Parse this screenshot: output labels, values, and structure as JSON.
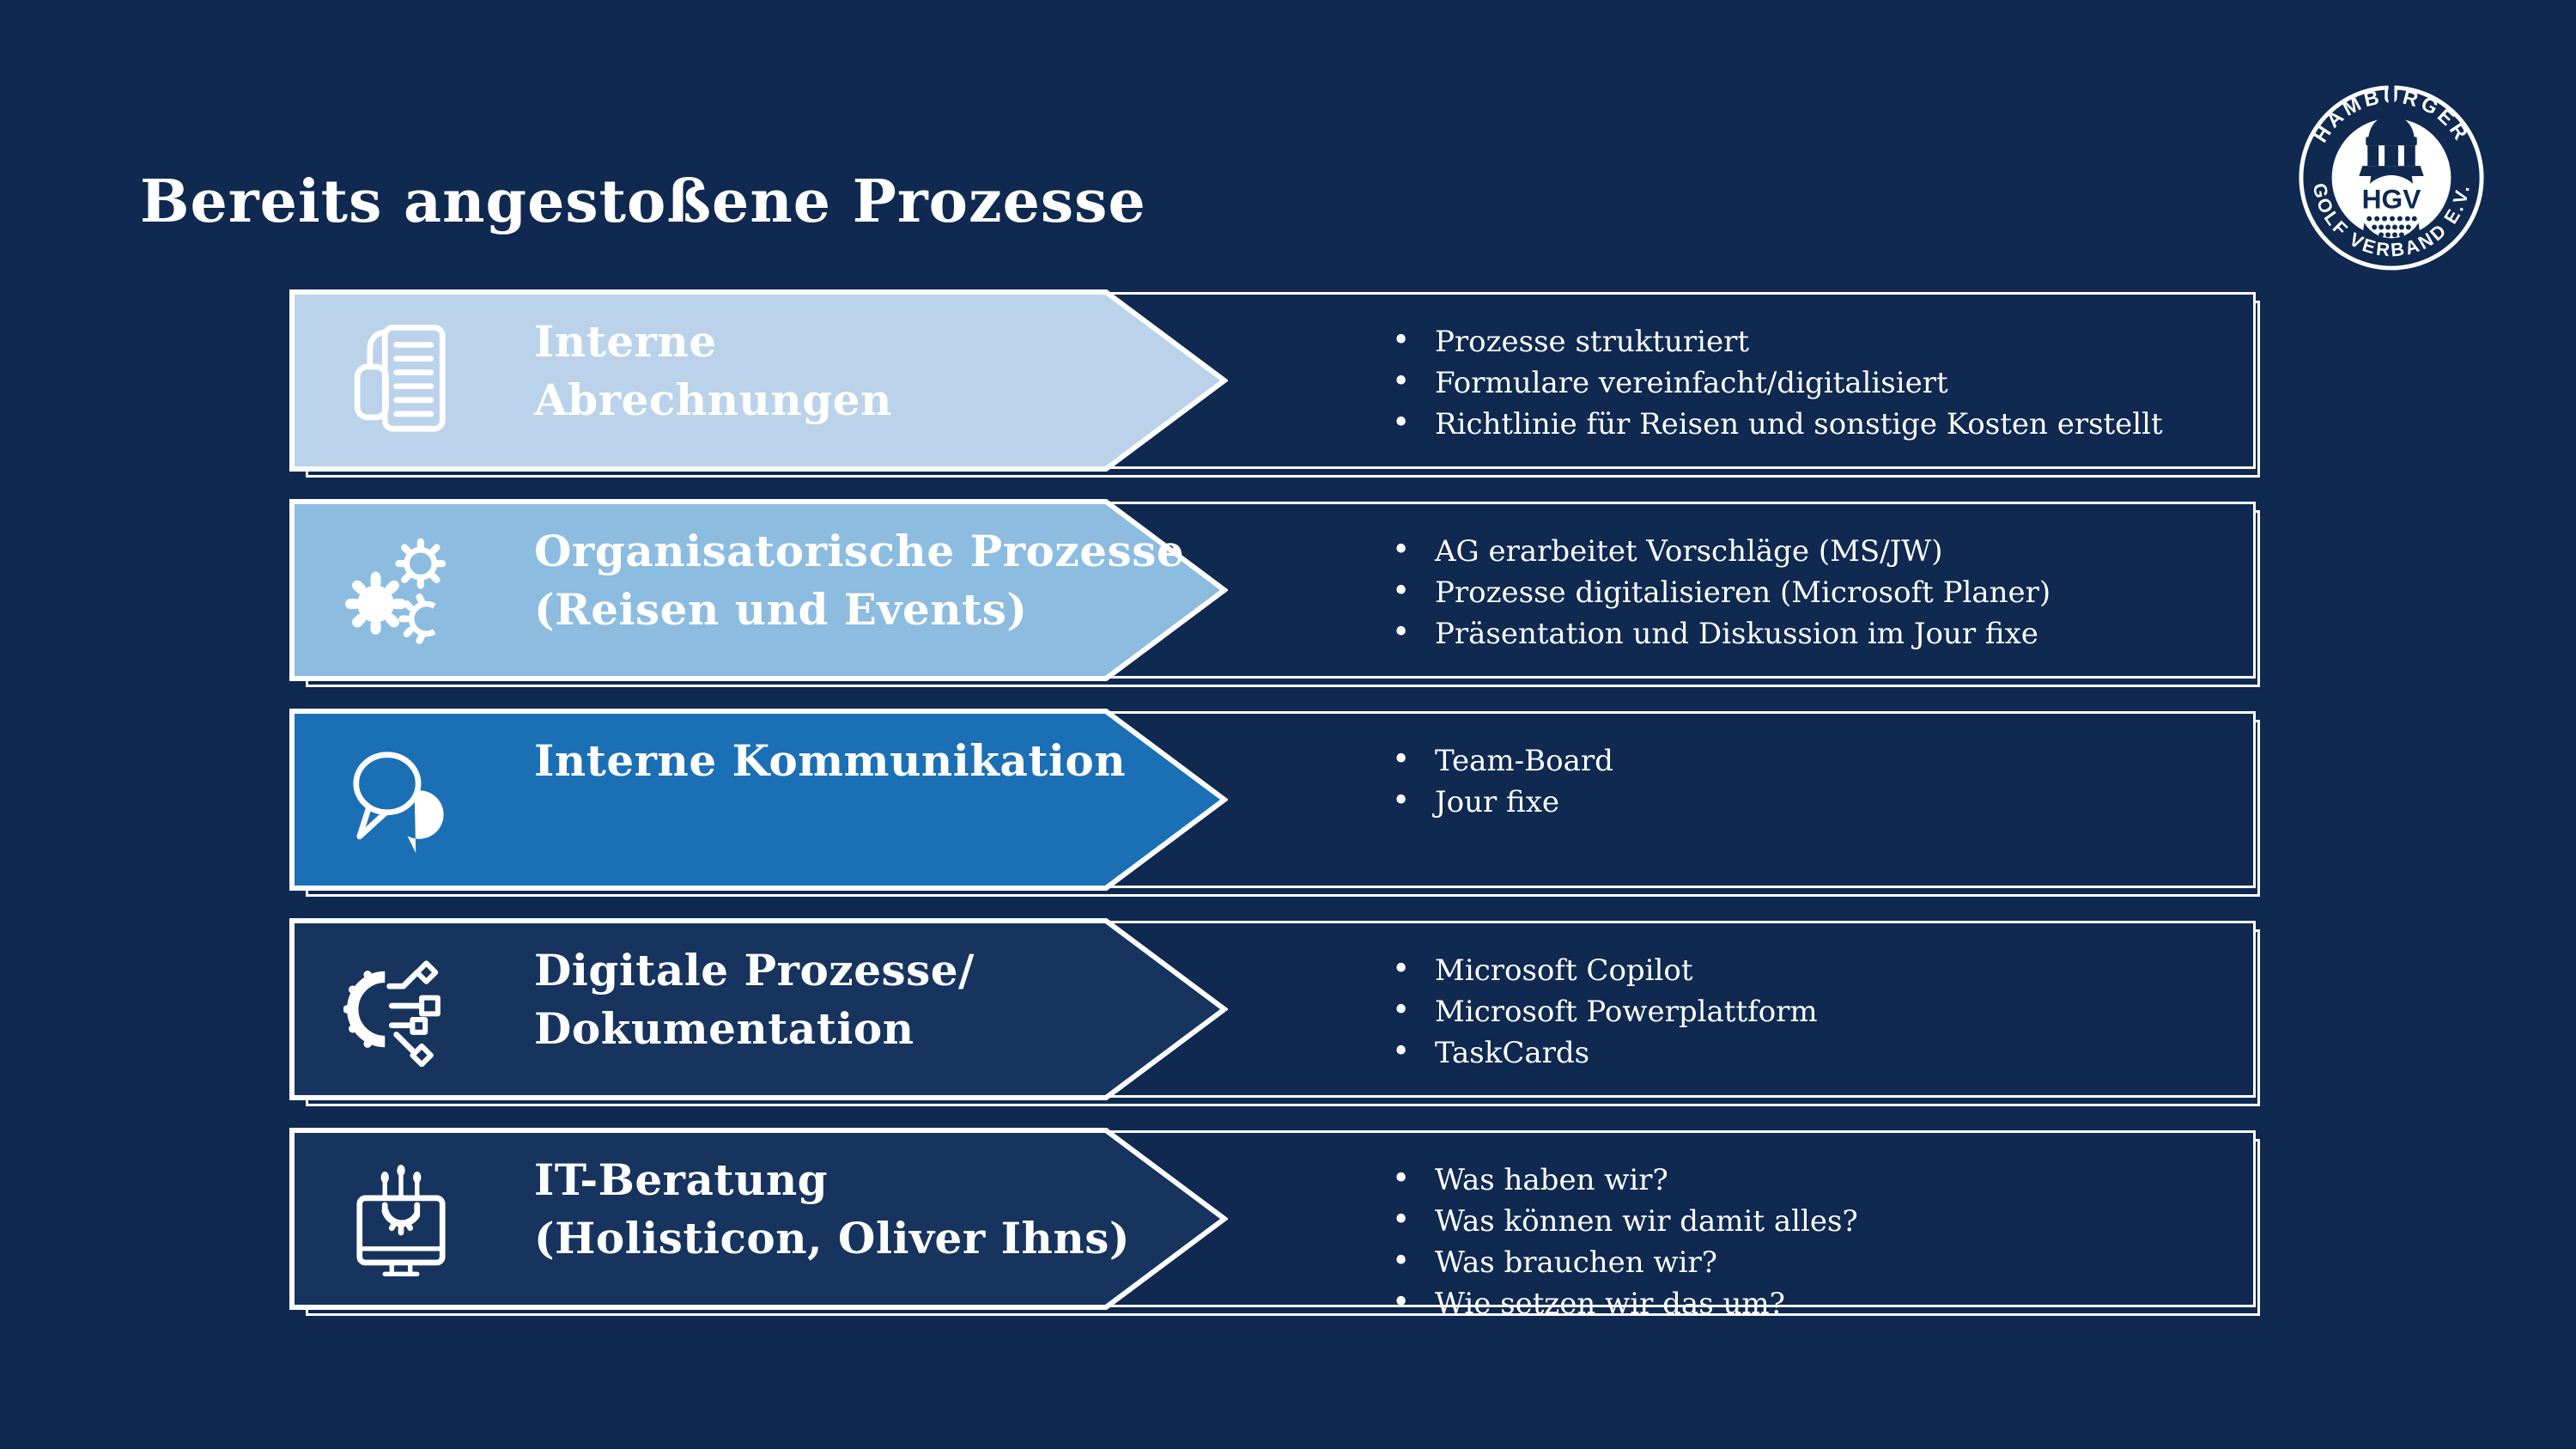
{
  "title": "Bereits angestoßene Prozesse",
  "logo": {
    "top_text": "HAMBURGER",
    "bottom_text": "GOLF VERBAND E.V.",
    "center_text": "HGV"
  },
  "colors": {
    "background": "#0f2950",
    "outline": "#ffffff",
    "text": "#ffffff"
  },
  "rows": [
    {
      "icon": "receipt-icon",
      "fill": "#bad3ea",
      "label_lines": [
        "Interne",
        "Abrechnungen"
      ],
      "bullets": [
        "Prozesse strukturiert",
        "Formulare vereinfacht/digitalisiert",
        "Richtlinie für Reisen und sonstige Kosten erstellt"
      ]
    },
    {
      "icon": "gears-icon",
      "fill": "#8cbce0",
      "label_lines": [
        "Organisatorische Prozesse",
        "(Reisen und Events)"
      ],
      "bullets": [
        "AG erarbeitet Vorschläge (MS/JW)",
        "Prozesse digitalisieren (Microsoft Planer)",
        "Präsentation und Diskussion im Jour fixe"
      ]
    },
    {
      "icon": "speech-bubbles-icon",
      "fill": "#1b70b5",
      "label_lines": [
        "Interne Kommunikation"
      ],
      "bullets": [
        "Team-Board",
        "Jour fixe"
      ]
    },
    {
      "icon": "digital-process-icon",
      "fill": "#17345f",
      "label_lines": [
        "Digitale Prozesse/",
        "Dokumentation"
      ],
      "bullets": [
        "Microsoft Copilot",
        "Microsoft Powerplattform",
        "TaskCards"
      ]
    },
    {
      "icon": "it-consulting-icon",
      "fill": "#17345f",
      "label_lines": [
        "IT-Beratung",
        "(Holisticon, Oliver Ihns)"
      ],
      "bullets": [
        "Was haben wir?",
        "Was können wir damit alles?",
        "Was brauchen wir?",
        "Wie setzen wir das um?"
      ]
    }
  ]
}
